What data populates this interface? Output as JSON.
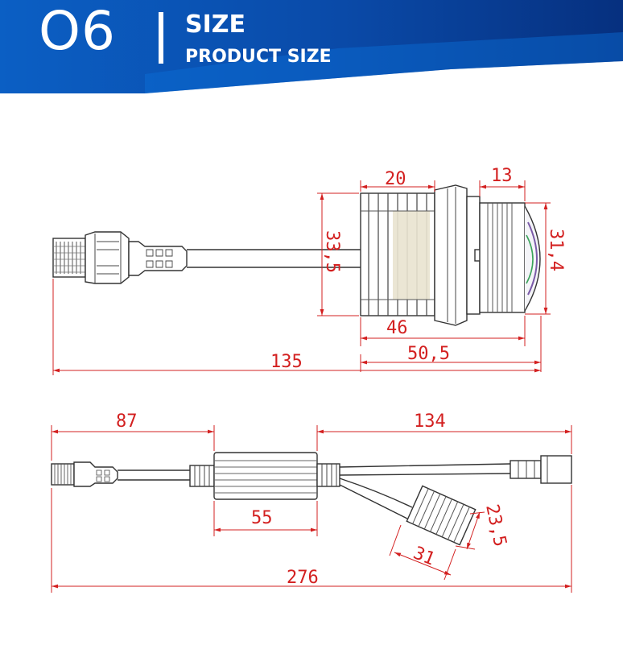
{
  "header": {
    "section_number": "O6",
    "title": "SIZE",
    "subtitle": "PRODUCT SIZE"
  },
  "colors": {
    "header_blue": "#0a4fb5",
    "header_dark": "#062f86",
    "dimension_red": "#d32020",
    "outline": "#333333"
  },
  "top_view": {
    "dimensions": {
      "heatsink_length": "20",
      "lens_length": "13",
      "body_height": "33,5",
      "lens_diameter": "31,4",
      "body_length": "46",
      "overall_head_length": "50,5",
      "total_length": "135"
    }
  },
  "bottom_view": {
    "dimensions": {
      "connector_to_driver": "87",
      "driver_to_plug": "134",
      "driver_length": "55",
      "module_width": "23,5",
      "module_length": "31",
      "total_length": "276"
    }
  }
}
